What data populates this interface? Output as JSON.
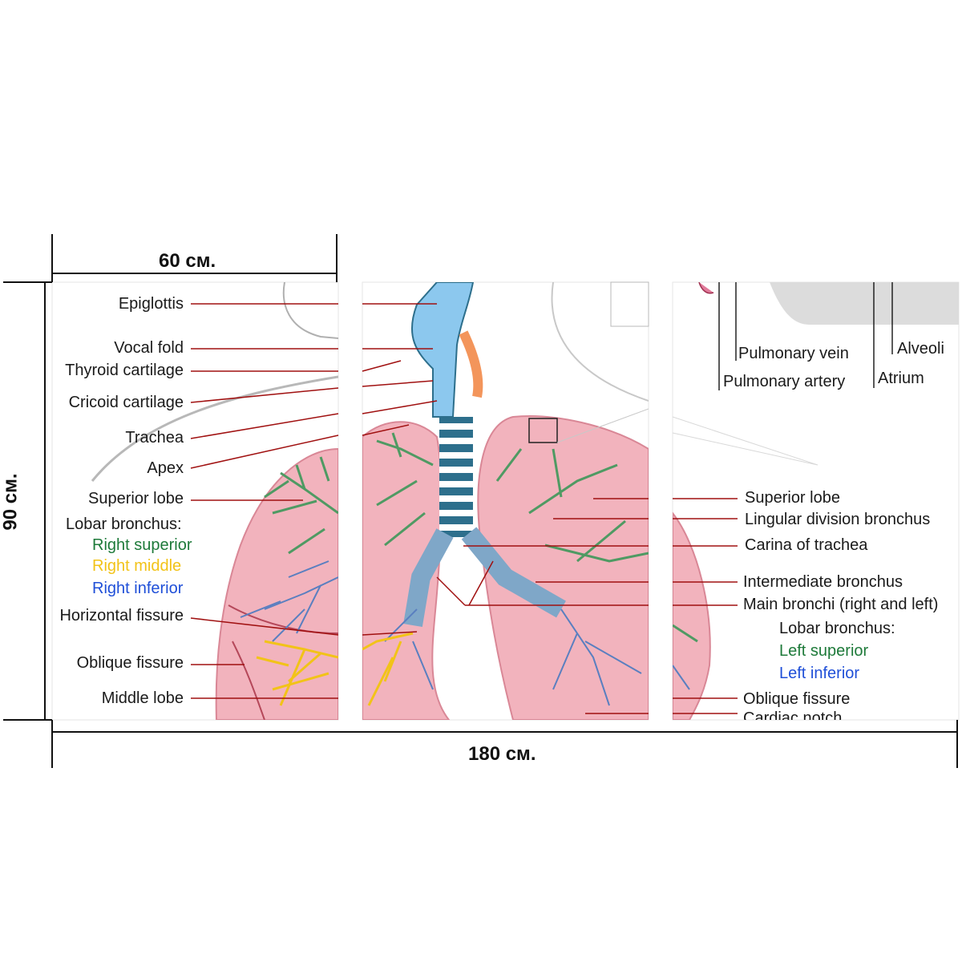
{
  "dimensions": {
    "panel_width": "60 см.",
    "total_width": "180 см.",
    "height": "90 см."
  },
  "left_labels": {
    "epiglottis": "Epiglottis",
    "vocal_fold": "Vocal fold",
    "thyroid_cartilage": "Thyroid cartilage",
    "cricoid_cartilage": "Cricoid cartilage",
    "trachea": "Trachea",
    "apex": "Apex",
    "superior_lobe": "Superior lobe",
    "lobar_bronchus_heading": "Lobar bronchus:",
    "right_superior": "Right superior",
    "right_middle": "Right middle",
    "right_inferior": "Right inferior",
    "horizontal_fissure": "Horizontal fissure",
    "oblique_fissure": "Oblique fissure",
    "middle_lobe": "Middle lobe"
  },
  "right_labels": {
    "pulmonary_vein": "Pulmonary vein",
    "pulmonary_artery": "Pulmonary artery",
    "alveoli": "Alveoli",
    "atrium": "Atrium",
    "superior_lobe": "Superior lobe",
    "lingular_division_bronchus": "Lingular division bronchus",
    "carina_of_trachea": "Carina of trachea",
    "intermediate_bronchus": "Intermediate bronchus",
    "main_bronchi": "Main bronchi (right and left)",
    "lobar_bronchus_heading": "Lobar bronchus:",
    "left_superior": "Left superior",
    "left_inferior": "Left inferior",
    "oblique_fissure": "Oblique fissure",
    "cardiac_notch": "Cardiac notch"
  },
  "colors": {
    "leader_line": "#a01010",
    "lobar_superior": "#1e7a3a",
    "lobar_middle": "#f2c318",
    "lobar_inferior": "#1f4fd8",
    "lung_fill": "#f2b3bd",
    "bronchi_green": "#4f9a63",
    "bronchi_blue": "#5a7fc0",
    "trachea_blue": "#8cc8ee",
    "trachea_ring": "#2d6f8c"
  }
}
